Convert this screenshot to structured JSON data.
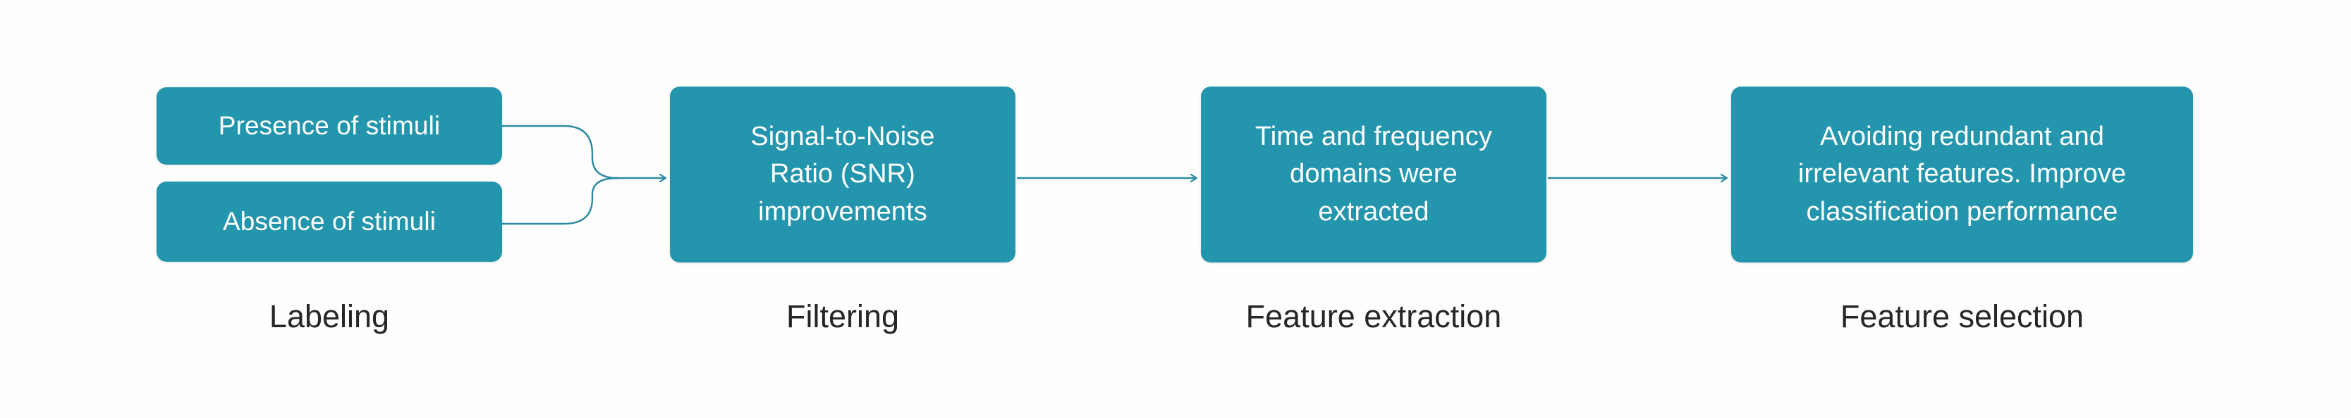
{
  "diagram": {
    "type": "flow-pipeline",
    "orientation": "left-to-right",
    "background_color": "#fefefe",
    "node_fill_color": "#2395ad",
    "node_text_color": "#ffffff",
    "connector_color": "#2b8ba3",
    "caption_text_color": "#262626",
    "stages": [
      {
        "id": "labeling",
        "caption": "Labeling",
        "nodes": [
          {
            "id": "presence-of-stimuli",
            "text": "Presence of stimuli"
          },
          {
            "id": "absence-of-stimuli",
            "text": "Absence of stimuli"
          }
        ]
      },
      {
        "id": "filtering",
        "caption": "Filtering",
        "nodes": [
          {
            "id": "snr-improvements",
            "text": "Signal-to-Noise\nRatio (SNR)\nimprovements"
          }
        ]
      },
      {
        "id": "feature-extraction",
        "caption": "Feature extraction",
        "nodes": [
          {
            "id": "time-frequency-domains",
            "text": "Time and frequency\ndomains were\nextracted"
          }
        ]
      },
      {
        "id": "feature-selection",
        "caption": "Feature selection",
        "nodes": [
          {
            "id": "avoid-redundant-features",
            "text": "Avoiding redundant and\nirrelevant features. Improve\nclassification performance"
          }
        ]
      }
    ],
    "connectors": [
      {
        "id": "merge-labeling-to-filtering",
        "from": [
          "presence-of-stimuli",
          "absence-of-stimuli"
        ],
        "to": "snr-improvements",
        "style": "merge-curved-arrow"
      },
      {
        "id": "filtering-to-feature-extraction",
        "from": [
          "snr-improvements"
        ],
        "to": "time-frequency-domains",
        "style": "straight-arrow"
      },
      {
        "id": "feature-extraction-to-feature-selection",
        "from": [
          "time-frequency-domains"
        ],
        "to": "avoid-redundant-features",
        "style": "straight-arrow"
      }
    ]
  }
}
